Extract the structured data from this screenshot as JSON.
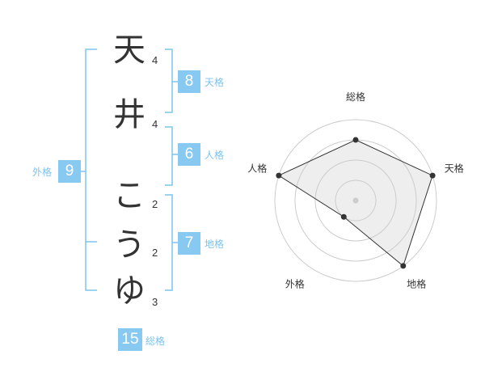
{
  "name_chars": [
    {
      "char": "天",
      "strokes": "4"
    },
    {
      "char": "井",
      "strokes": "4"
    },
    {
      "char": "こ",
      "strokes": "2"
    },
    {
      "char": "う",
      "strokes": "2"
    },
    {
      "char": "ゆ",
      "strokes": "3"
    }
  ],
  "kaku": {
    "tenkaku": {
      "value": "8",
      "label": "天格"
    },
    "jinkaku": {
      "value": "6",
      "label": "人格"
    },
    "chikaku": {
      "value": "7",
      "label": "地格"
    },
    "gaikaku": {
      "value": "9",
      "label": "外格"
    },
    "soukaku": {
      "value": "15",
      "label": "総格"
    }
  },
  "colors": {
    "accent": "#88c9f2",
    "bracket": "#7cc3ee",
    "radar_fill": "#eeeeee",
    "radar_line": "#333333"
  },
  "chart_data": {
    "type": "radar",
    "categories": [
      "総格",
      "天格",
      "地格",
      "外格",
      "人格"
    ],
    "max": 4,
    "values": [
      3,
      4,
      4,
      1,
      4
    ],
    "rings": 4,
    "grid": true
  }
}
